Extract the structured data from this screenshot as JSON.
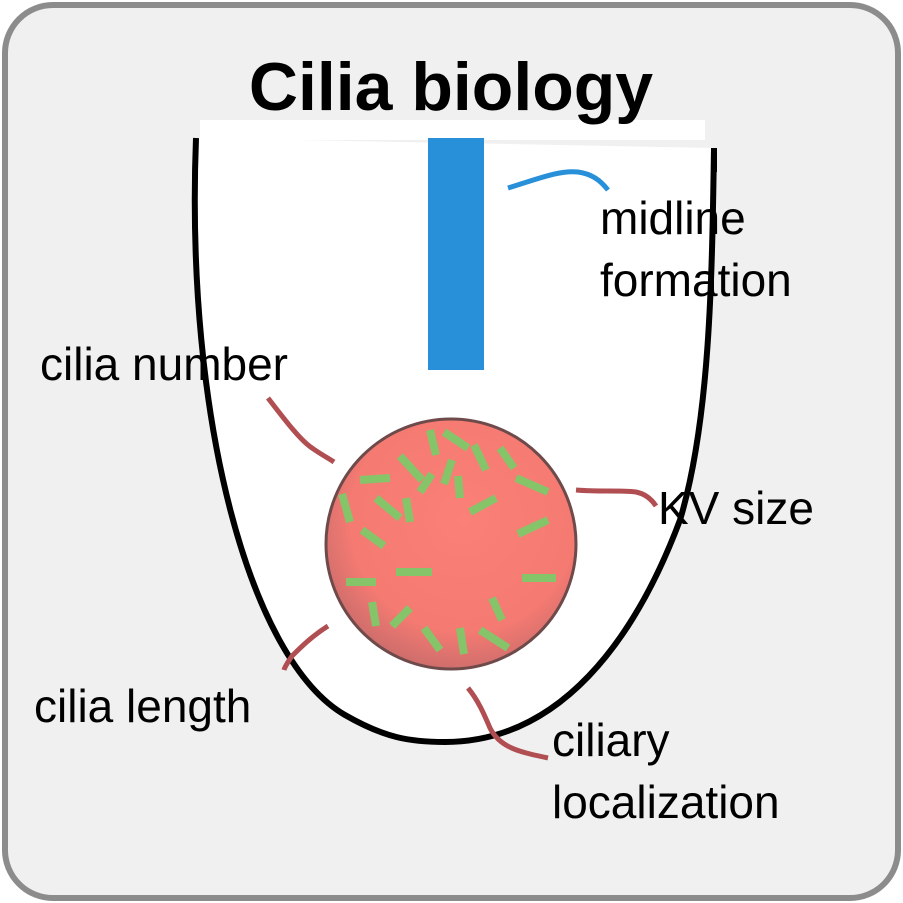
{
  "title": "Cilia biology",
  "labels": {
    "midline_line1": "midline",
    "midline_line2": "formation",
    "cilia_number": "cilia number",
    "kv_size": "KV size",
    "cilia_length": "cilia length",
    "ciliary_line1": "ciliary",
    "ciliary_line2": "localization"
  },
  "colors": {
    "panel_bg": "#f0f0f0",
    "panel_border": "#8c8c8c",
    "midline_bar": "#2790d8",
    "midline_leader": "#2790d8",
    "kv_fill": "#f47a72",
    "kv_border": "#6e4a4a",
    "cilia": "#86c46a",
    "leader": "#b04e52",
    "embryo_outline": "#000000"
  },
  "icons": {
    "embryo": "embryo-outline-icon",
    "kv": "kupffers-vesicle-icon",
    "midline": "notochord-bar-icon"
  }
}
